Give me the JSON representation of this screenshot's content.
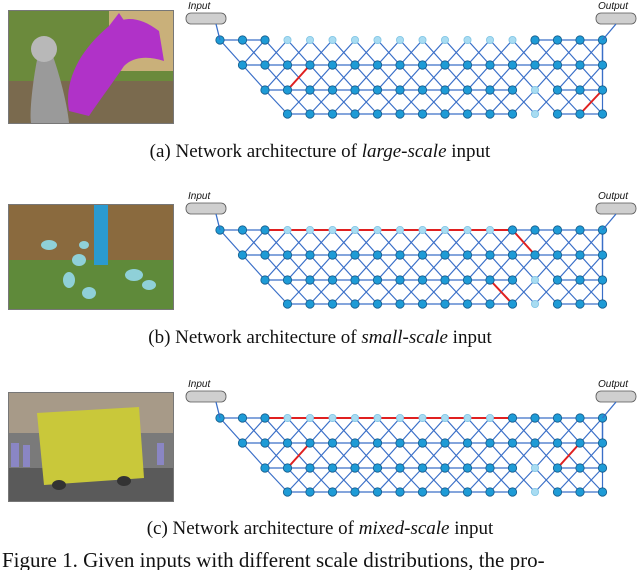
{
  "panels": [
    {
      "id": "a",
      "input_label": "Input",
      "output_label": "Output",
      "caption_prefix": "(a)  Network architecture of ",
      "caption_em": "large-scale",
      "caption_suffix": " input",
      "image": "horse"
    },
    {
      "id": "b",
      "input_label": "Input",
      "output_label": "Output",
      "caption_prefix": "(b)  Network architecture of ",
      "caption_em": "small-scale",
      "caption_suffix": " input",
      "image": "birds"
    },
    {
      "id": "c",
      "input_label": "Input",
      "output_label": "Output",
      "caption_prefix": "(c)  Network architecture of ",
      "caption_em": "mixed-scale",
      "caption_suffix": " input",
      "image": "bus"
    }
  ],
  "figure_caption": "Figure 1. Given inputs with different scale distributions, the pro-",
  "colors": {
    "edge": "#3a6fc8",
    "highlight": "#e02020",
    "node": "#1e9bd6",
    "node_inactive": "#a8dcf2",
    "io_box": "#cfcfcf"
  }
}
